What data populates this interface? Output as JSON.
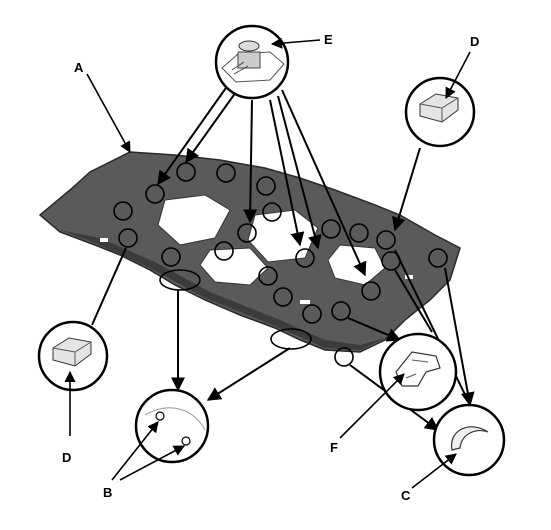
{
  "diagram": {
    "component": "headliner panel",
    "labels": {
      "A": "A",
      "B": "B",
      "C": "C",
      "D_top": "D",
      "D_left": "D",
      "E": "E",
      "F": "F"
    },
    "callouts": [
      {
        "id": "E",
        "depicts": "clip-detail"
      },
      {
        "id": "D",
        "depicts": "foam-pad"
      },
      {
        "id": "D",
        "depicts": "foam-pad"
      },
      {
        "id": "B",
        "depicts": "tab-pins"
      },
      {
        "id": "F",
        "depicts": "clip-bracket"
      },
      {
        "id": "C",
        "depicts": "hook-clip"
      }
    ],
    "colors": {
      "panel": "#5a5a5a",
      "panel_dark": "#3c3c3c",
      "cutout": "#ffffff",
      "line": "#000000",
      "label_d_top": "#000000"
    }
  }
}
